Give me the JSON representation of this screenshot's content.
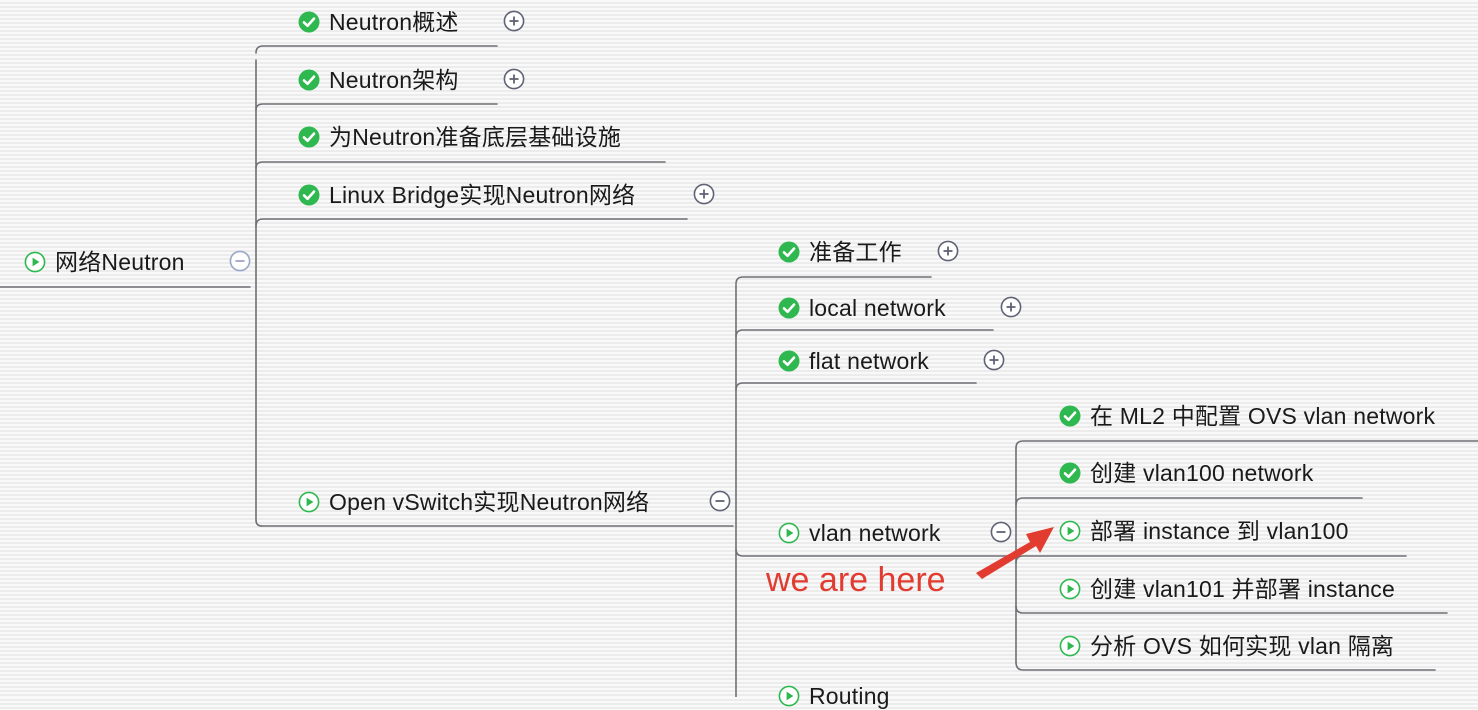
{
  "colors": {
    "connector": "#6f6f75",
    "check_fill": "#2fb84f",
    "play_ring": "#2fb84f",
    "toggle_ring": "#5f6375",
    "toggle_root_ring": "#9aa6c7",
    "annotation": "#e23b2f",
    "text": "#1a1a1a"
  },
  "nodes": {
    "root": {
      "label": "网络Neutron",
      "status": "play",
      "toggle": "collapse"
    },
    "overview": {
      "label": "Neutron概述",
      "status": "check",
      "toggle": "expand"
    },
    "architecture": {
      "label": "Neutron架构",
      "status": "check",
      "toggle": "expand"
    },
    "infrastructure": {
      "label": "为Neutron准备底层基础设施",
      "status": "check",
      "toggle": "none"
    },
    "linux_bridge": {
      "label": "Linux Bridge实现Neutron网络",
      "status": "check",
      "toggle": "expand"
    },
    "ovs": {
      "label": "Open vSwitch实现Neutron网络",
      "status": "play",
      "toggle": "collapse"
    },
    "prep_work": {
      "label": "准备工作",
      "status": "check",
      "toggle": "expand"
    },
    "local_network": {
      "label": "local network",
      "status": "check",
      "toggle": "expand"
    },
    "flat_network": {
      "label": "flat network",
      "status": "check",
      "toggle": "expand"
    },
    "vlan_network": {
      "label": "vlan network",
      "status": "play",
      "toggle": "collapse"
    },
    "routing": {
      "label": "Routing",
      "status": "play",
      "toggle": "none"
    },
    "ml2_config": {
      "label": "在 ML2 中配置 OVS vlan network",
      "status": "check",
      "toggle": "none"
    },
    "create_vlan100": {
      "label": "创建 vlan100 network",
      "status": "check",
      "toggle": "none"
    },
    "deploy_vlan100": {
      "label": "部署 instance 到  vlan100",
      "status": "play",
      "toggle": "none"
    },
    "create_vlan101": {
      "label": "创建 vlan101 并部署 instance",
      "status": "play",
      "toggle": "none"
    },
    "analyze_ovs": {
      "label": "分析 OVS 如何实现 vlan 隔离",
      "status": "play",
      "toggle": "none"
    }
  },
  "annotation": {
    "text": "we are here"
  }
}
